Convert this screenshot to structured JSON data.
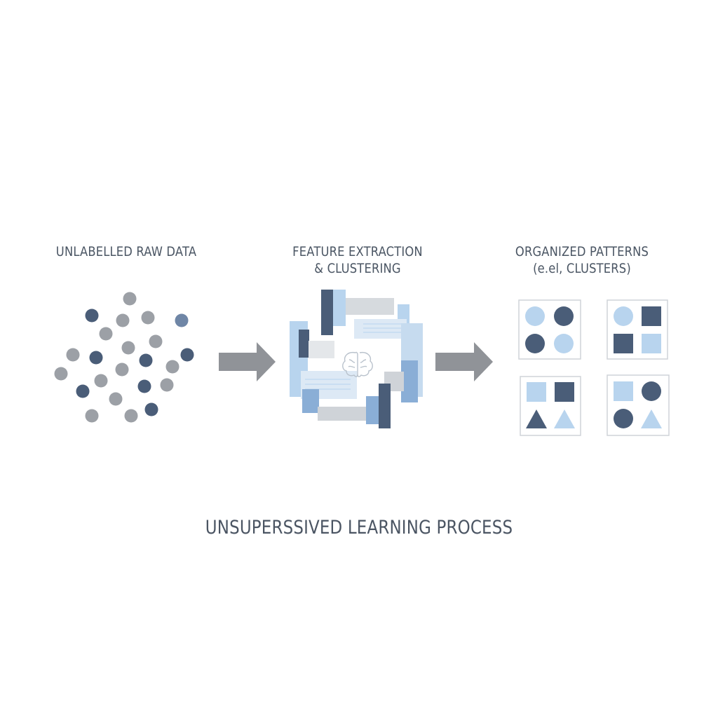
{
  "stages": {
    "raw": {
      "title": "UNLABELLED RAW DATA"
    },
    "feature": {
      "title_line1": "FEATURE EXTRACTION",
      "title_line2": "& CLUSTERING",
      "icon": "brain-icon"
    },
    "patterns": {
      "title_line1": "ORGANIZED PATTERNS",
      "title_line2": "(e.el, CLUSTERS)"
    }
  },
  "caption": "UNSUPERSSIVED LEARNING PROCESS",
  "colors": {
    "dark": "#4a5d78",
    "gray": "#9ca0a6",
    "light_blue": "#b8d4ee",
    "mid_blue": "#8aaed6",
    "arrow": "#909398",
    "text": "#4a5563",
    "card_border": "#cfd3d8"
  },
  "cluster_cards": [
    {
      "shapes": [
        "light-circle",
        "dark-circle",
        "dark-circle",
        "light-circle"
      ]
    },
    {
      "shapes": [
        "light-circle",
        "dark-square",
        "dark-square",
        "light-square"
      ]
    },
    {
      "shapes": [
        "light-square",
        "dark-square",
        "dark-triangle",
        "light-triangle"
      ]
    },
    {
      "shapes": [
        "light-square",
        "dark-circle",
        "dark-circle",
        "light-triangle"
      ]
    }
  ]
}
